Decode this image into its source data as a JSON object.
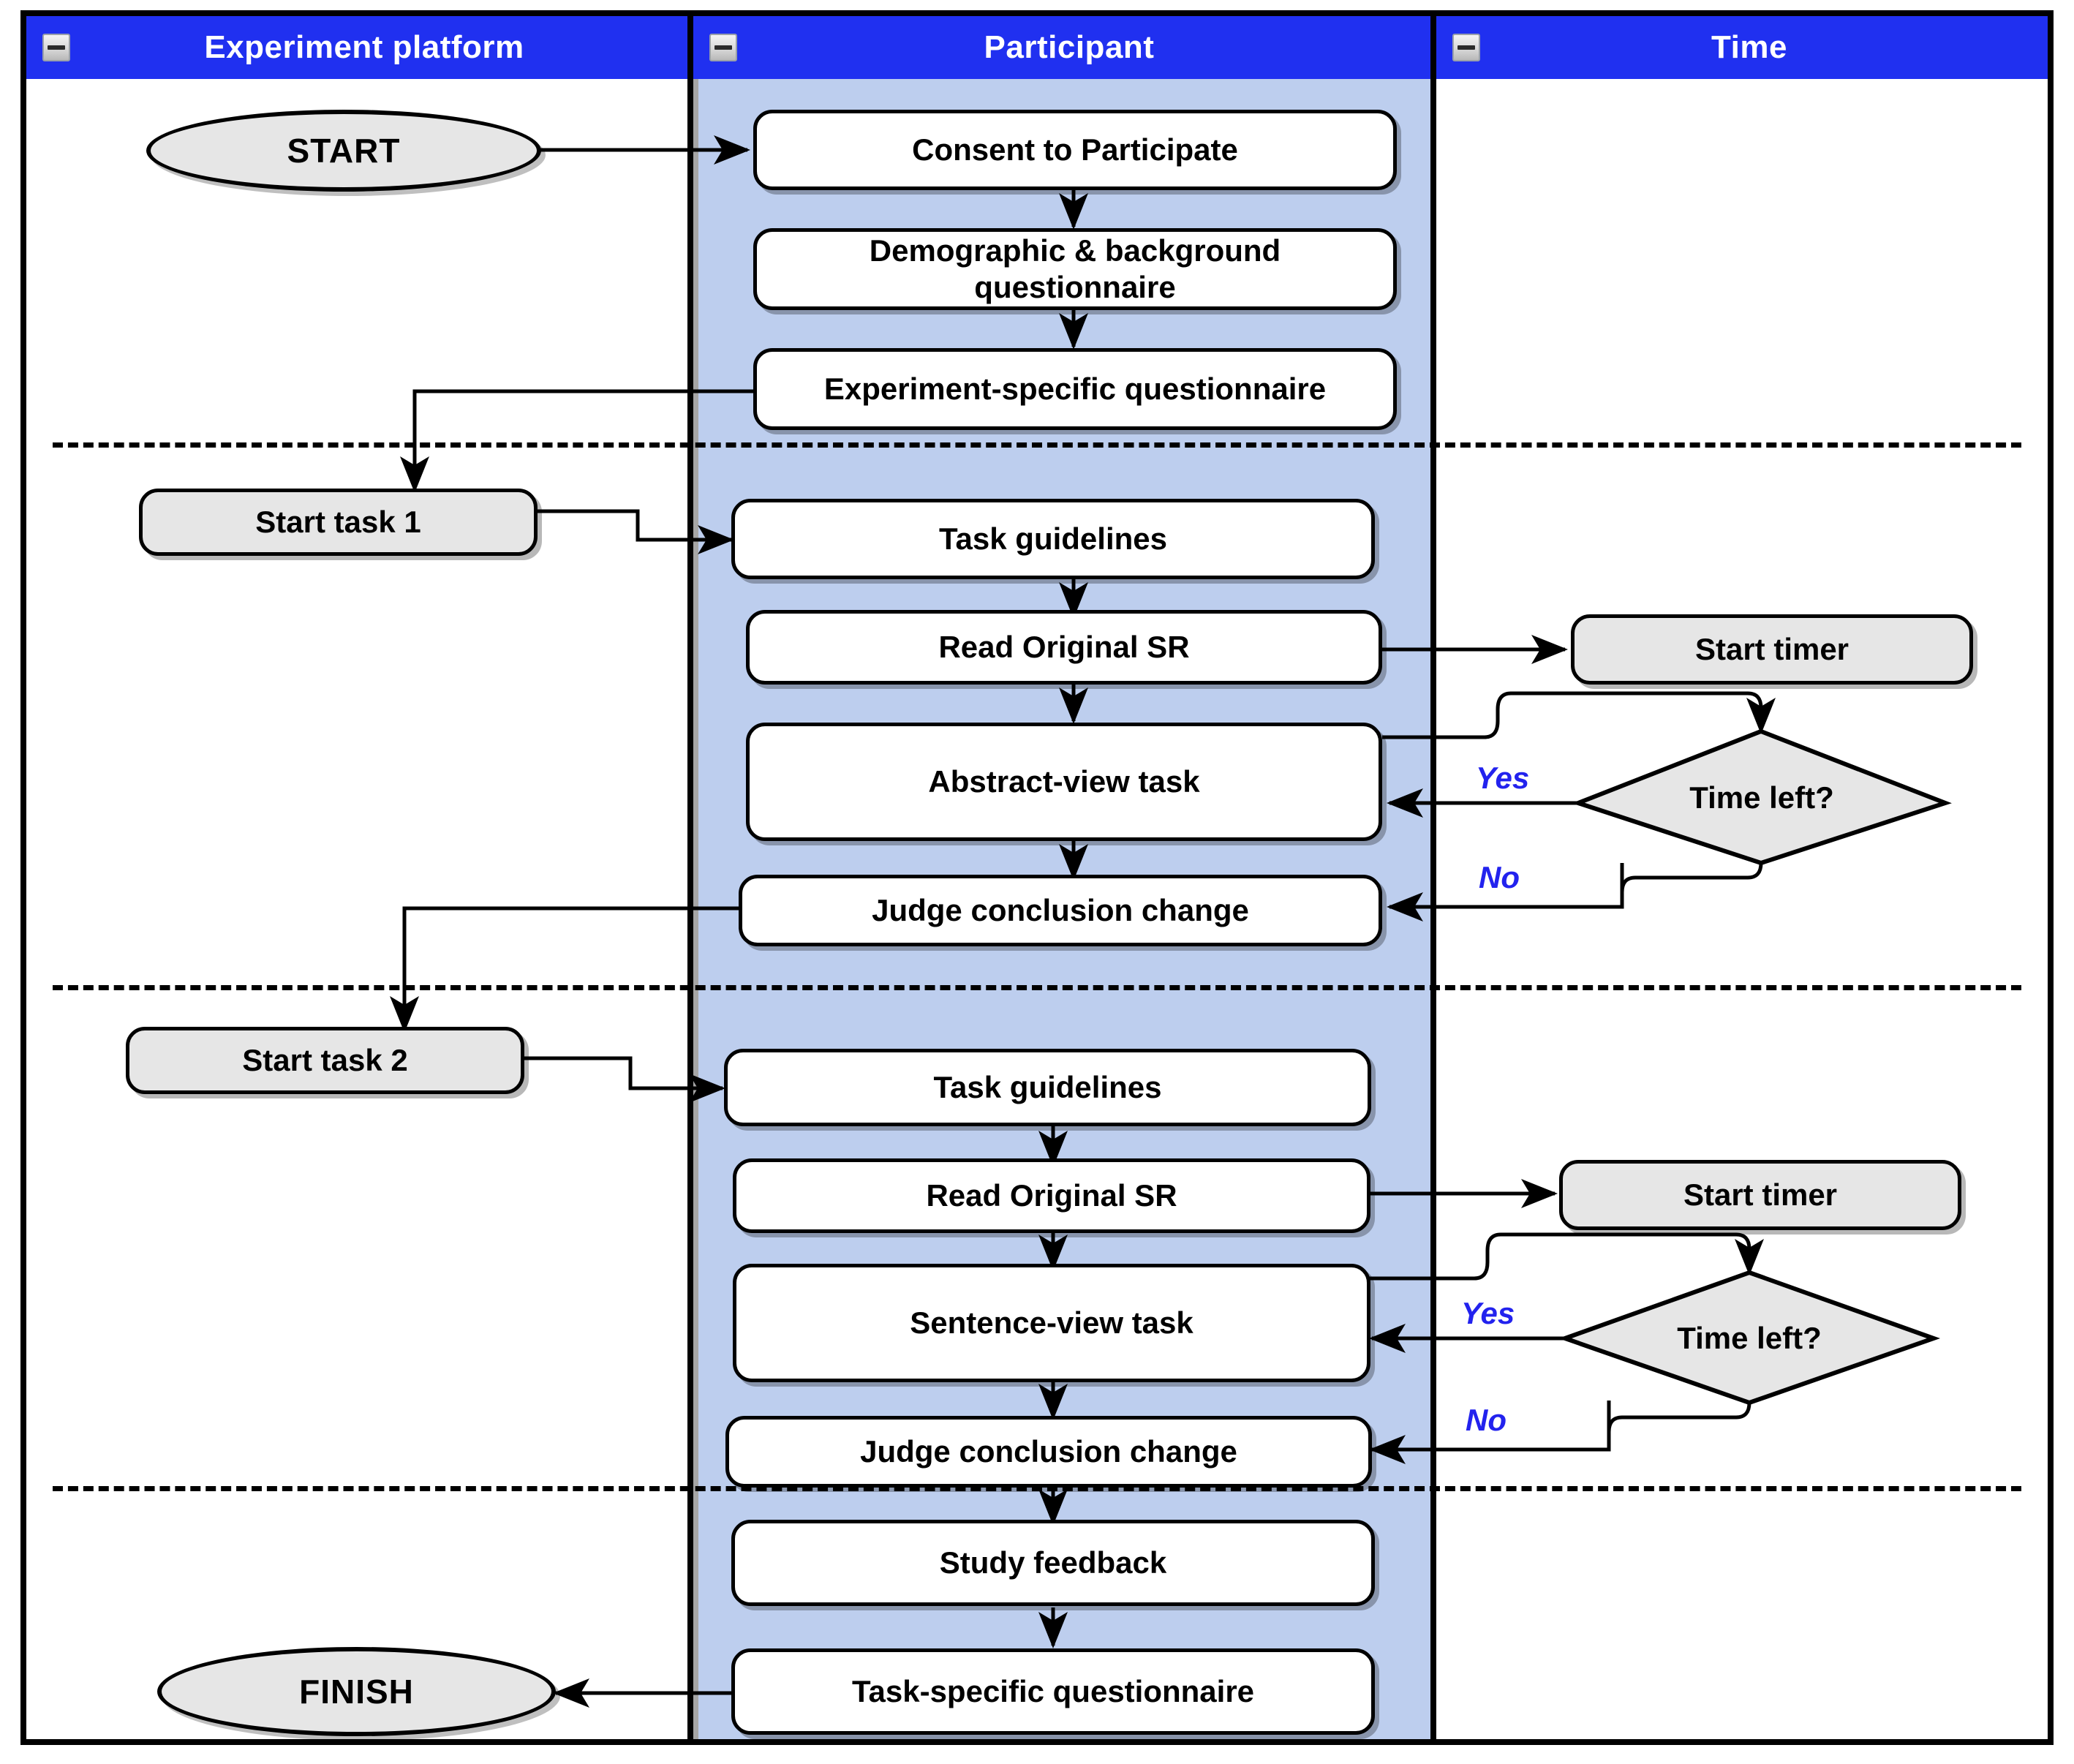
{
  "diagram": {
    "title": "Experiment procedure swimlane flowchart",
    "type": "swimlane-flowchart",
    "colors": {
      "lane_header_bg": "#2030f0",
      "lane_header_text": "#ffffff",
      "participant_lane_bg": "#bdceee",
      "process_node_bg": "#ffffff",
      "gray_node_bg": "#e6e6e6",
      "edge_label_text": "#2222ee",
      "stroke": "#000000"
    }
  },
  "lanes": [
    {
      "id": "platform",
      "label": "Experiment platform",
      "icon": "collapse-minus-icon"
    },
    {
      "id": "participant",
      "label": "Participant",
      "icon": "collapse-minus-icon"
    },
    {
      "id": "time",
      "label": "Time",
      "icon": "collapse-minus-icon"
    }
  ],
  "nodes": {
    "start": "START",
    "consent": "Consent to Participate",
    "demographic": "Demographic & background questionnaire",
    "experiment_specific": "Experiment-specific questionnaire",
    "start_task_1": "Start task 1",
    "task1_guidelines": "Task guidelines",
    "task1_read_sr": "Read Original SR",
    "task1_abstract_view": "Abstract-view task",
    "task1_judge": "Judge conclusion change",
    "task1_start_timer": "Start timer",
    "task1_time_left": "Time left?",
    "start_task_2": "Start task 2",
    "task2_guidelines": "Task guidelines",
    "task2_read_sr": "Read Original SR",
    "task2_sentence_view": "Sentence-view task",
    "task2_judge": "Judge conclusion change",
    "task2_start_timer": "Start timer",
    "task2_time_left": "Time left?",
    "study_feedback": "Study feedback",
    "task_specific": "Task-specific questionnaire",
    "finish": "FINISH"
  },
  "edge_labels": {
    "task1_yes": "Yes",
    "task1_no": "No",
    "task2_yes": "Yes",
    "task2_no": "No"
  }
}
